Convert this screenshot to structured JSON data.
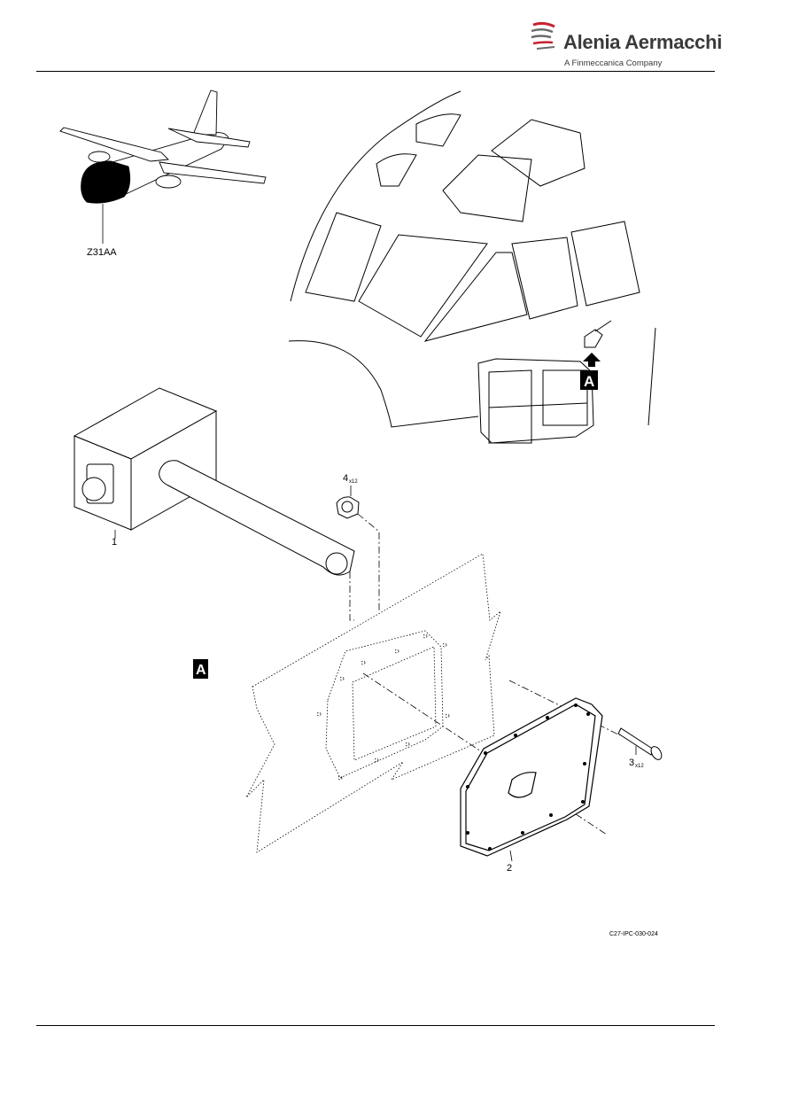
{
  "header": {
    "brand_name": "Alenia Aermacchi",
    "brand_tagline": "A Finmeccanica Company",
    "logo_icon": "alenia-aermacchi-swoosh-logo"
  },
  "figure": {
    "zone_label": "Z31AA",
    "detail_marker_cockpit": "A",
    "detail_marker_view": "A",
    "items": [
      {
        "number": "1",
        "qty": ""
      },
      {
        "number": "2",
        "qty": ""
      },
      {
        "number": "3",
        "qty": "x12"
      },
      {
        "number": "4",
        "qty": "x12"
      }
    ],
    "figure_id": "C27-IPC-030-024"
  },
  "colors": {
    "ink": "#000000",
    "paper": "#ffffff",
    "logo_red": "#c8202f",
    "logo_grey": "#6b6b6b"
  }
}
